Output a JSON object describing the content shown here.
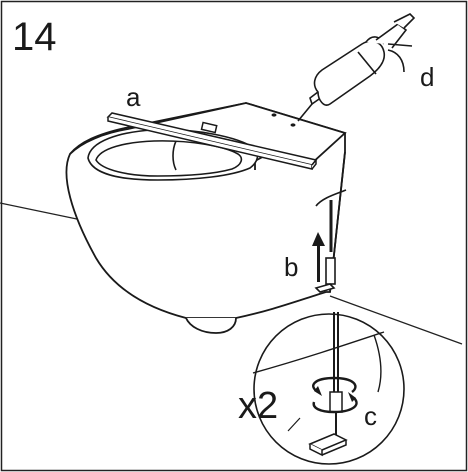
{
  "step": {
    "number": "14"
  },
  "labels": {
    "a": "a",
    "b": "b",
    "c": "c",
    "d": "d",
    "repeat": "x2"
  }
}
